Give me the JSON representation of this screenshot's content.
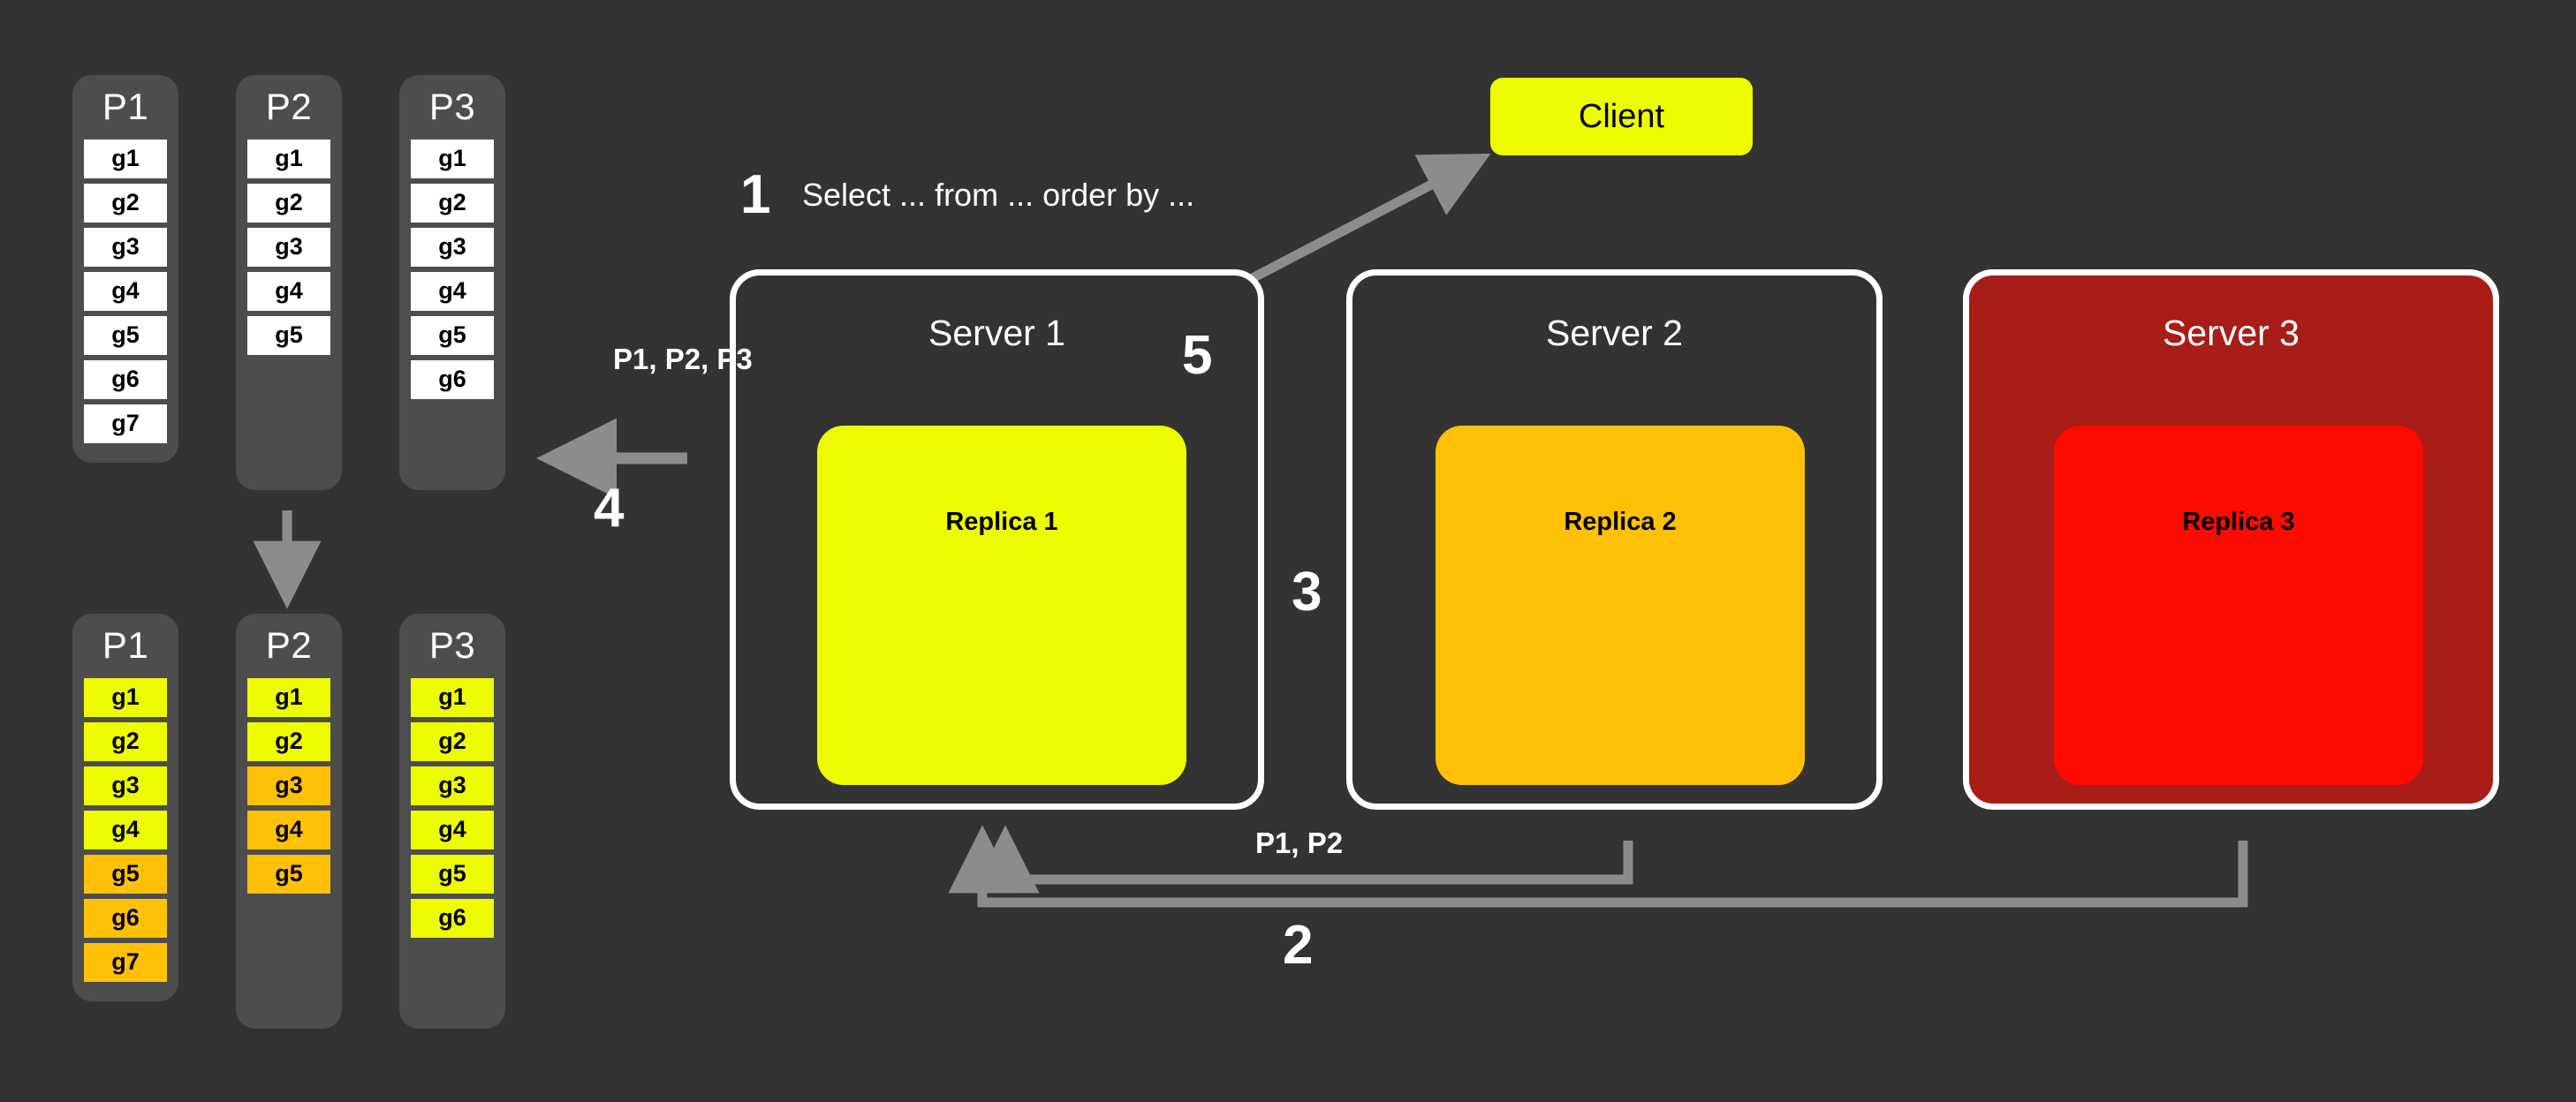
{
  "background": "#333333",
  "palette": {
    "column_bg": "#4d4d4d",
    "cell_white": "#ffffff",
    "cell_yellow": "#edfc00",
    "cell_orange": "#ffc107",
    "replica1": "#edfc00",
    "replica2": "#ffc107",
    "replica3": "#fd0b00",
    "server3_bg": "#a81d18",
    "arrow_gray": "#8c8c8c",
    "border_white": "#ffffff"
  },
  "partitions_before": [
    {
      "title": "P1",
      "cells": [
        {
          "label": "g1",
          "color": "white"
        },
        {
          "label": "g2",
          "color": "white"
        },
        {
          "label": "g3",
          "color": "white"
        },
        {
          "label": "g4",
          "color": "white"
        },
        {
          "label": "g5",
          "color": "white"
        },
        {
          "label": "g6",
          "color": "white"
        },
        {
          "label": "g7",
          "color": "white"
        }
      ]
    },
    {
      "title": "P2",
      "cells": [
        {
          "label": "g1",
          "color": "white"
        },
        {
          "label": "g2",
          "color": "white"
        },
        {
          "label": "g3",
          "color": "white"
        },
        {
          "label": "g4",
          "color": "white"
        },
        {
          "label": "g5",
          "color": "white"
        }
      ]
    },
    {
      "title": "P3",
      "cells": [
        {
          "label": "g1",
          "color": "white"
        },
        {
          "label": "g2",
          "color": "white"
        },
        {
          "label": "g3",
          "color": "white"
        },
        {
          "label": "g4",
          "color": "white"
        },
        {
          "label": "g5",
          "color": "white"
        },
        {
          "label": "g6",
          "color": "white"
        }
      ]
    }
  ],
  "partitions_after": [
    {
      "title": "P1",
      "cells": [
        {
          "label": "g1",
          "color": "yellow"
        },
        {
          "label": "g2",
          "color": "yellow"
        },
        {
          "label": "g3",
          "color": "yellow"
        },
        {
          "label": "g4",
          "color": "yellow"
        },
        {
          "label": "g5",
          "color": "orange"
        },
        {
          "label": "g6",
          "color": "orange"
        },
        {
          "label": "g7",
          "color": "orange"
        }
      ]
    },
    {
      "title": "P2",
      "cells": [
        {
          "label": "g1",
          "color": "yellow"
        },
        {
          "label": "g2",
          "color": "yellow"
        },
        {
          "label": "g3",
          "color": "orange"
        },
        {
          "label": "g4",
          "color": "orange"
        },
        {
          "label": "g5",
          "color": "orange"
        }
      ]
    },
    {
      "title": "P3",
      "cells": [
        {
          "label": "g1",
          "color": "yellow"
        },
        {
          "label": "g2",
          "color": "yellow"
        },
        {
          "label": "g3",
          "color": "yellow"
        },
        {
          "label": "g4",
          "color": "yellow"
        },
        {
          "label": "g5",
          "color": "yellow"
        },
        {
          "label": "g6",
          "color": "yellow"
        }
      ]
    }
  ],
  "client": {
    "label": "Client"
  },
  "servers": [
    {
      "title": "Server 1",
      "replica": "Replica 1"
    },
    {
      "title": "Server 2",
      "replica": "Replica 2"
    },
    {
      "title": "Server 3",
      "replica": "Replica 3"
    }
  ],
  "steps": {
    "one": "1",
    "two": "2",
    "three": "3",
    "four": "4",
    "five": "5"
  },
  "labels": {
    "query": "Select ... from ... order by ...",
    "partitions_all": "P1, P2, P3",
    "partitions_p1p2": "P1, P2"
  }
}
